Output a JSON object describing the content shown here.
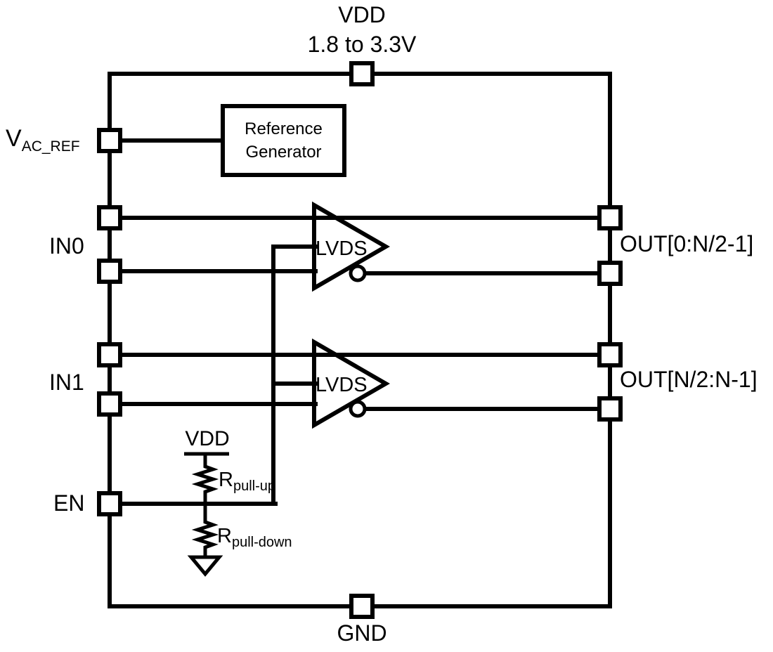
{
  "diagram": {
    "power": {
      "pin_label": "VDD",
      "voltage_range": "1.8 to 3.3V"
    },
    "ground": {
      "pin_label": "GND"
    },
    "left_pins": {
      "vac_ref": {
        "main": "V",
        "sub": "AC_REF"
      },
      "in0": "IN0",
      "in1": "IN1",
      "en": "EN"
    },
    "right_pins": {
      "out_bank0": "OUT[0:N/2-1]",
      "out_bank1": "OUT[N/2:N-1]"
    },
    "blocks": {
      "reference_generator": {
        "line1": "Reference",
        "line2": "Generator"
      },
      "buffer0_label": "LVDS",
      "buffer1_label": "LVDS"
    },
    "en_network": {
      "rail_label": "VDD",
      "pull_up": {
        "main": "R",
        "sub": "pull-up"
      },
      "pull_down": {
        "main": "R",
        "sub": "pull-down"
      }
    },
    "colors": {
      "line": "#000000",
      "background": "#ffffff"
    }
  }
}
